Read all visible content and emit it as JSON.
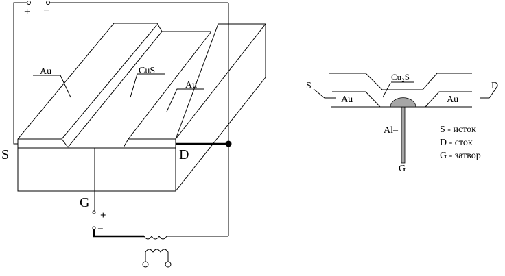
{
  "left_diagram": {
    "labels": {
      "source": "S",
      "drain": "D",
      "gate": "G",
      "au_left": "Au",
      "cus": "CuS",
      "au_right": "Au"
    },
    "terminals": {
      "top_plus": "+",
      "top_minus": "−",
      "gate_plus": "+",
      "gate_minus": "−"
    }
  },
  "right_diagram": {
    "labels": {
      "source": "S",
      "drain": "D",
      "gate": "G",
      "au_left": "Au",
      "au_right": "Au",
      "cus": "Cu₂S",
      "al": "Al–"
    },
    "legend": [
      "S - исток",
      "D - сток",
      "G - затвор"
    ]
  },
  "colors": {
    "metal_fill": "#a6a6a6",
    "line": "#000000"
  }
}
